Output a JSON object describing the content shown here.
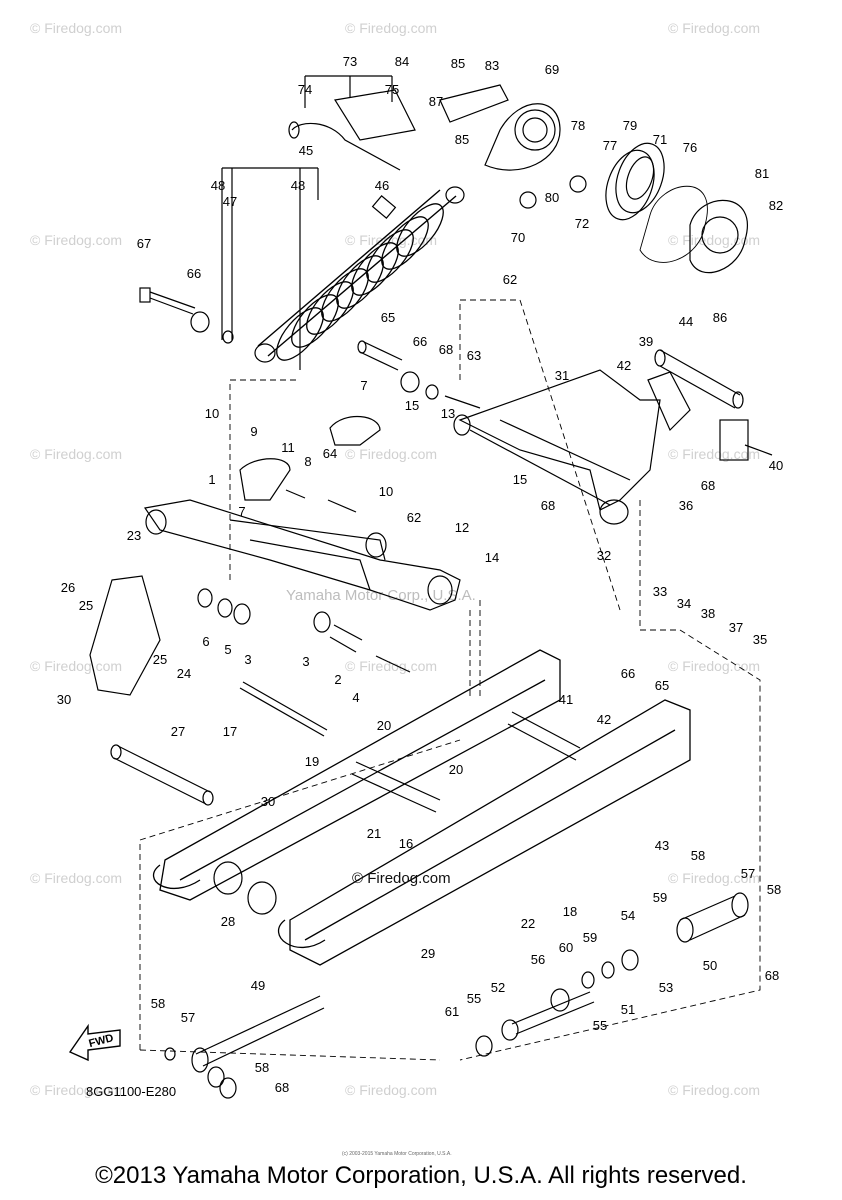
{
  "watermark": "© Firedog.com",
  "center_watermark": "© Firedog.com",
  "usa_watermark": "Yamaha Motor Corp., U.S.A.",
  "diagram_code": "8GG1100-E280",
  "fwd_label": "FWD",
  "footer_copyright": "©2013 Yamaha Motor Corporation, U.S.A. All rights reserved.",
  "footer_small": "(c) 2003-2015 Yamaha Motor Corporation, U.S.A.",
  "callouts": [
    {
      "n": "73"
    },
    {
      "n": "84"
    },
    {
      "n": "85"
    },
    {
      "n": "83"
    },
    {
      "n": "69"
    },
    {
      "n": "74"
    },
    {
      "n": "75"
    },
    {
      "n": "87"
    },
    {
      "n": "85"
    },
    {
      "n": "78"
    },
    {
      "n": "79"
    },
    {
      "n": "71"
    },
    {
      "n": "76"
    },
    {
      "n": "77"
    },
    {
      "n": "45"
    },
    {
      "n": "48"
    },
    {
      "n": "48"
    },
    {
      "n": "46"
    },
    {
      "n": "47"
    },
    {
      "n": "80"
    },
    {
      "n": "72"
    },
    {
      "n": "70"
    },
    {
      "n": "81"
    },
    {
      "n": "82"
    },
    {
      "n": "67"
    },
    {
      "n": "66"
    },
    {
      "n": "62"
    },
    {
      "n": "86"
    },
    {
      "n": "65"
    },
    {
      "n": "66"
    },
    {
      "n": "68"
    },
    {
      "n": "63"
    },
    {
      "n": "44"
    },
    {
      "n": "39"
    },
    {
      "n": "42"
    },
    {
      "n": "31"
    },
    {
      "n": "7"
    },
    {
      "n": "10"
    },
    {
      "n": "9"
    },
    {
      "n": "11"
    },
    {
      "n": "8"
    },
    {
      "n": "64"
    },
    {
      "n": "15"
    },
    {
      "n": "13"
    },
    {
      "n": "15"
    },
    {
      "n": "10"
    },
    {
      "n": "12"
    },
    {
      "n": "68"
    },
    {
      "n": "68"
    },
    {
      "n": "40"
    },
    {
      "n": "36"
    },
    {
      "n": "1"
    },
    {
      "n": "7"
    },
    {
      "n": "62"
    },
    {
      "n": "14"
    },
    {
      "n": "23"
    },
    {
      "n": "32"
    },
    {
      "n": "26"
    },
    {
      "n": "25"
    },
    {
      "n": "33"
    },
    {
      "n": "34"
    },
    {
      "n": "38"
    },
    {
      "n": "37"
    },
    {
      "n": "35"
    },
    {
      "n": "6"
    },
    {
      "n": "5"
    },
    {
      "n": "3"
    },
    {
      "n": "3"
    },
    {
      "n": "2"
    },
    {
      "n": "25"
    },
    {
      "n": "24"
    },
    {
      "n": "30"
    },
    {
      "n": "4"
    },
    {
      "n": "66"
    },
    {
      "n": "65"
    },
    {
      "n": "41"
    },
    {
      "n": "17"
    },
    {
      "n": "27"
    },
    {
      "n": "20"
    },
    {
      "n": "42"
    },
    {
      "n": "19"
    },
    {
      "n": "20"
    },
    {
      "n": "30"
    },
    {
      "n": "21"
    },
    {
      "n": "16"
    },
    {
      "n": "43"
    },
    {
      "n": "58"
    },
    {
      "n": "18"
    },
    {
      "n": "22"
    },
    {
      "n": "57"
    },
    {
      "n": "58"
    },
    {
      "n": "59"
    },
    {
      "n": "28"
    },
    {
      "n": "54"
    },
    {
      "n": "29"
    },
    {
      "n": "50"
    },
    {
      "n": "68"
    },
    {
      "n": "53"
    },
    {
      "n": "56"
    },
    {
      "n": "60"
    },
    {
      "n": "59"
    },
    {
      "n": "51"
    },
    {
      "n": "49"
    },
    {
      "n": "52"
    },
    {
      "n": "55"
    },
    {
      "n": "55"
    },
    {
      "n": "58"
    },
    {
      "n": "57"
    },
    {
      "n": "61"
    },
    {
      "n": "58"
    },
    {
      "n": "68"
    }
  ]
}
